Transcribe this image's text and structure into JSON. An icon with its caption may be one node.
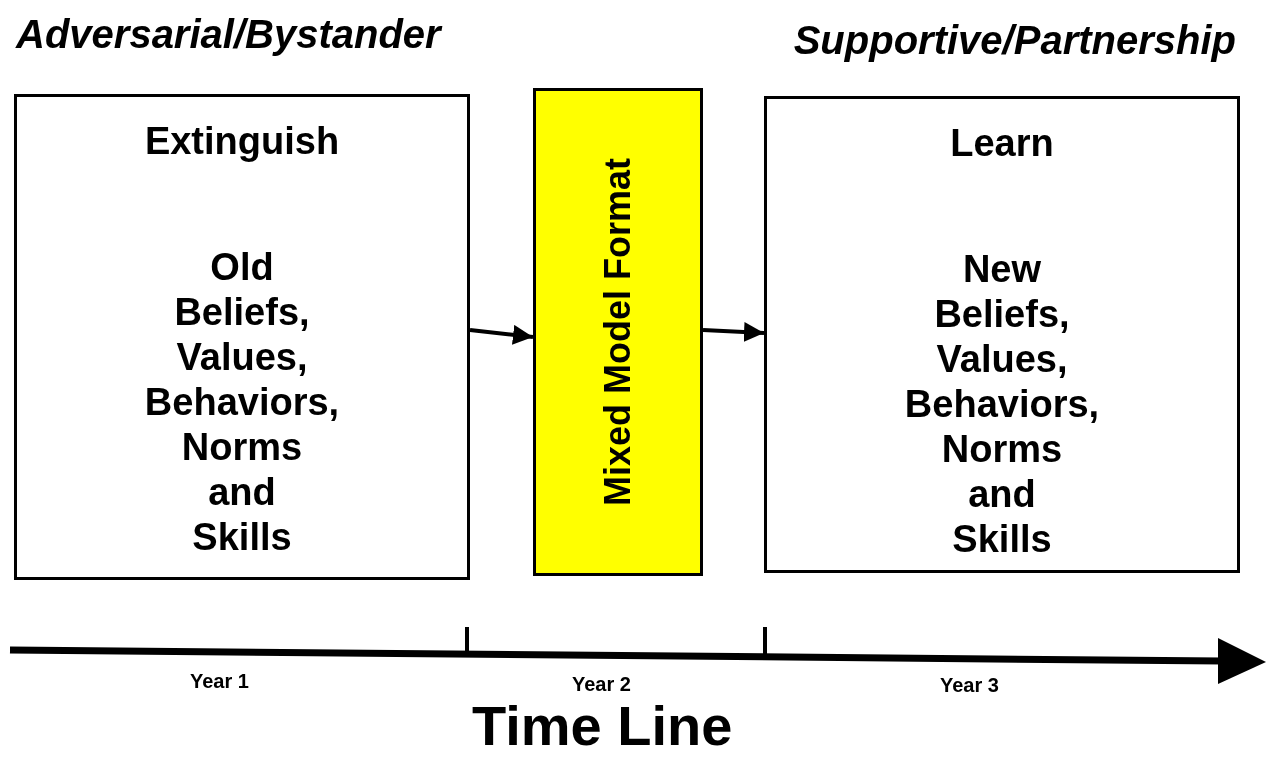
{
  "diagram": {
    "nodes": [
      {
        "text": [
          "Extinguish",
          "Old Beliefs, Values, Behaviors, Norms and Skills"
        ]
      },
      {
        "text": [
          "Mixed Model Format"
        ]
      },
      {
        "text": [
          "Learn",
          "New Beliefs, Values, Behaviors, Norms and Skills"
        ]
      }
    ],
    "edges": [
      {
        "from": 0,
        "to": 1,
        "arrow": "to"
      },
      {
        "from": 1,
        "to": 2,
        "arrow": "to"
      }
    ],
    "labels": [
      "Adversarial/Bystander",
      "Supportive/Partnership",
      "Year 1",
      "Year 2",
      "Year 3",
      "Time Line"
    ]
  }
}
